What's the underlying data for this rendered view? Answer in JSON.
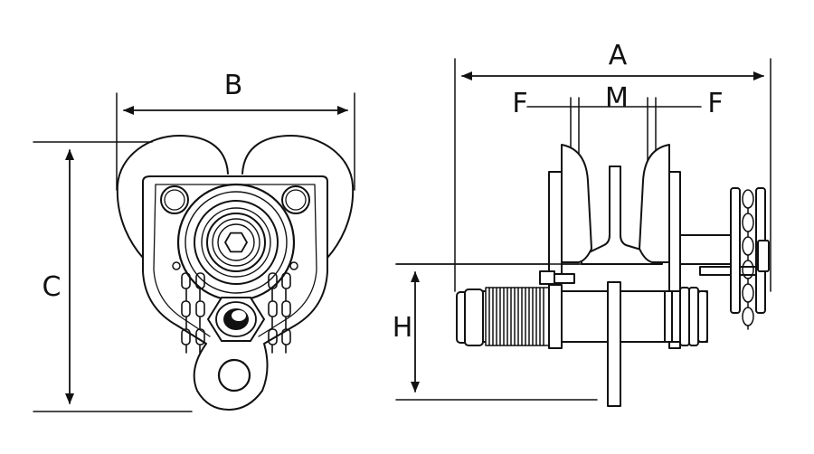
{
  "labels": {
    "A": "A",
    "B": "B",
    "C": "C",
    "H": "H",
    "M": "M",
    "F_left": "F",
    "F_right": "F"
  },
  "colors": {
    "line": "#111111",
    "fill": "#ffffff"
  },
  "views": [
    "front-view",
    "side-view"
  ]
}
